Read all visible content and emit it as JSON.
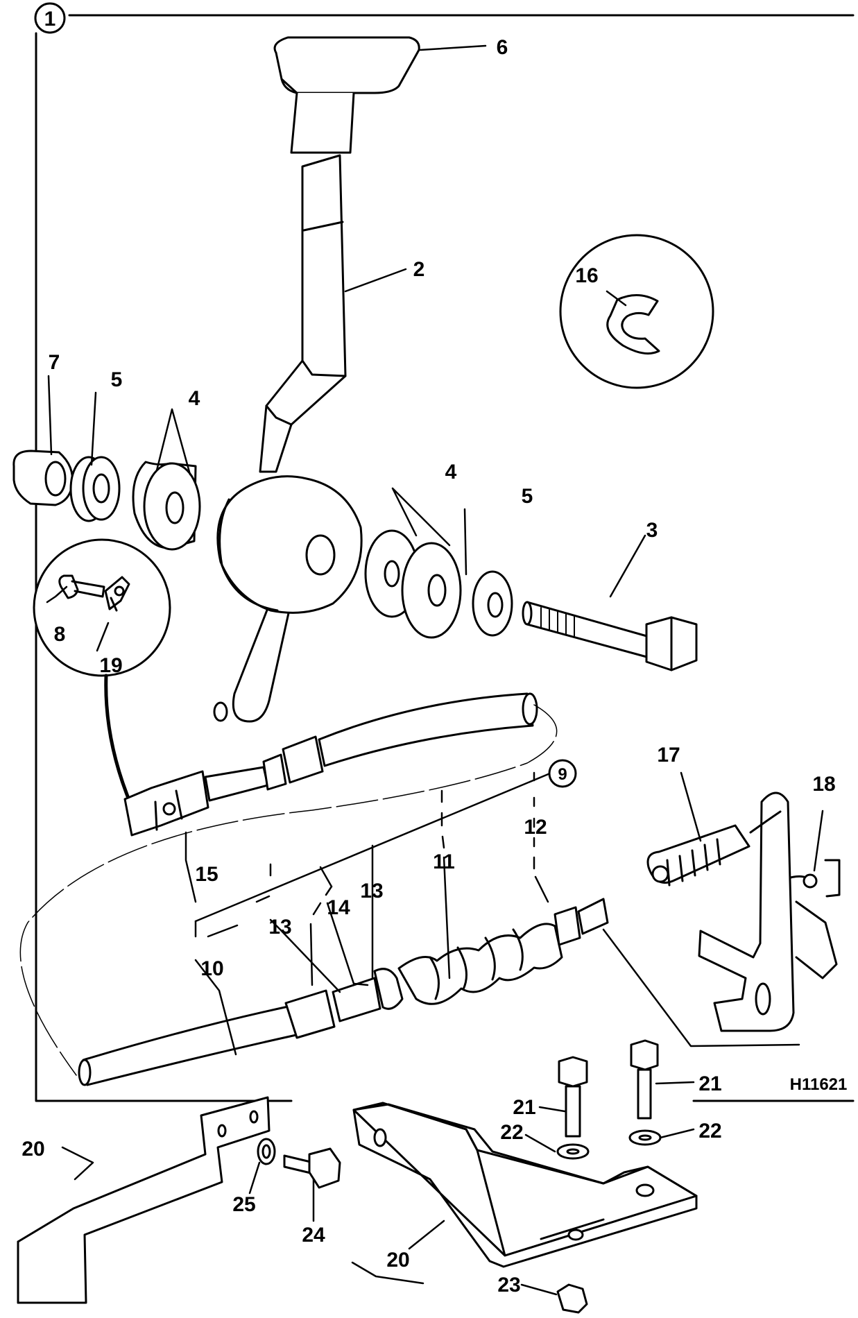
{
  "figure": {
    "main_ref": "1",
    "sub_ref": "9",
    "code": "H11621"
  },
  "callouts": {
    "c2": "2",
    "c3": "3",
    "c4a": "4",
    "c4b": "4",
    "c5a": "5",
    "c5b": "5",
    "c6": "6",
    "c7": "7",
    "c8": "8",
    "c10": "10",
    "c11": "11",
    "c12": "12",
    "c13a": "13",
    "c13b": "13",
    "c14": "14",
    "c15": "15",
    "c16": "16",
    "c17": "17",
    "c18": "18",
    "c19": "19",
    "c20a": "20",
    "c20b": "20",
    "c21a": "21",
    "c21b": "21",
    "c22a": "22",
    "c22b": "22",
    "c23": "23",
    "c24": "24",
    "c25": "25"
  }
}
